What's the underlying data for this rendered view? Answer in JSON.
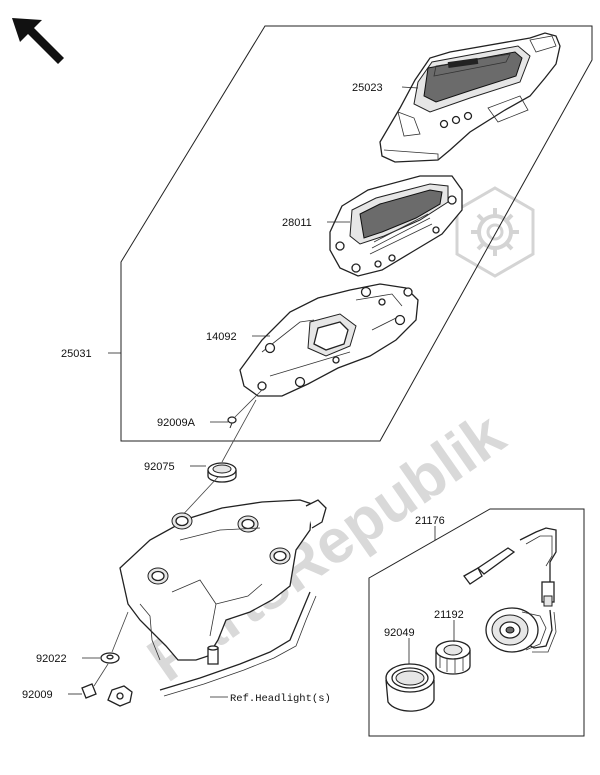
{
  "diagram": {
    "watermark_text": "PartsRepublik",
    "part_numbers": {
      "p25023": "25023",
      "p28011": "28011",
      "p25031": "25031",
      "p14092": "14092",
      "p92009A": "92009A",
      "p92075": "92075",
      "p21176": "21176",
      "p21192": "21192",
      "p92049": "92049",
      "p92022": "92022",
      "p92009": "92009",
      "ref_headlight": "Ref.Headlight(s)"
    },
    "icons": {
      "orientation": "arrow-up-left-icon",
      "watermark_gear": "gear-icon"
    },
    "colors": {
      "line": "#222222",
      "watermark": "#d9d9d9",
      "background": "#ffffff"
    }
  }
}
